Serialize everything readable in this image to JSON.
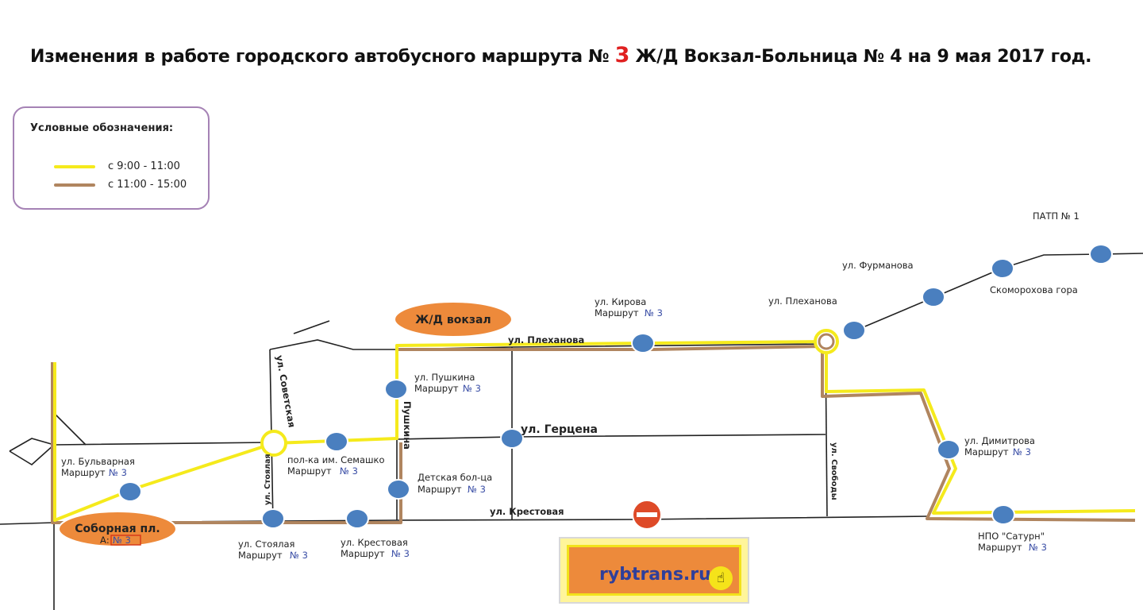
{
  "title": {
    "part1": "Изменения в работе городского автобусного маршрута №",
    "number": "3",
    "part2": "Ж/Д Вокзал-Больница № 4 на 9 мая 2017 год."
  },
  "legend": {
    "heading": "Условные обозначения:",
    "items": [
      {
        "label": "с 9:00 - 11:00",
        "color": "#f5ea1c"
      },
      {
        "label": "с 11:00 - 15:00",
        "color": "#b0855f"
      }
    ]
  },
  "colors": {
    "yellow": "#f5ea1c",
    "brown": "#b0855f",
    "street": "#222222",
    "stop": "#4a7fbf",
    "terminal": "#ed8a3b",
    "noentry": "#de4a28"
  },
  "streets": {
    "plekhanova": "ул. Плеханова",
    "sovetskaya": "ул. Советская",
    "pushkina": "Пушкина",
    "gertsena": "ул. Герцена",
    "krestovaya": "ул. Крестовая",
    "stoyalaya": "ул. Стоялая",
    "svobody": "ул. Свободы"
  },
  "terminals": {
    "vokzal": "Ж/Д вокзал",
    "sobornaya": "Соборная пл.",
    "sobornaya_prefix": "А:",
    "sobornaya_route": "№ 3"
  },
  "stops": {
    "bulvarnaya": {
      "name": "ул. Бульварная",
      "line2": "Маршрут",
      "route": "№ 3"
    },
    "semashko": {
      "name": "пол-ка им. Семашко",
      "line2": "Маршрут",
      "route": "№ 3"
    },
    "pushkina": {
      "name": "ул. Пушкина",
      "line2": "Маршрут",
      "route": "№ 3"
    },
    "det_bol": {
      "name": "Детская бол-ца",
      "line2": "Маршрут",
      "route": "№ 3"
    },
    "stoyalaya": {
      "name": "ул. Стоялая",
      "line2": "Маршрут",
      "route": "№ 3"
    },
    "krestovaya": {
      "name": "ул. Крестовая",
      "line2": "Маршрут",
      "route": "№ 3"
    },
    "kirova": {
      "name": "ул. Кирова",
      "line2": "Маршрут",
      "route": "№ 3"
    },
    "plekhanova": {
      "name": "ул. Плеханова"
    },
    "furmanova": {
      "name": "ул. Фурманова"
    },
    "skomorokhova": {
      "name": "Скоморохова гора"
    },
    "patp": {
      "name": "ПАТП № 1"
    },
    "dimitrova": {
      "name": "ул. Димитрова",
      "line2": "Маршрут",
      "route": "№ 3"
    },
    "saturn": {
      "name": "НПО \"Сатурн\"",
      "line2": "Маршрут",
      "route": "№ 3"
    }
  },
  "website": {
    "text": "rybtrans.ru",
    "icon": "hand-pointer-icon"
  }
}
